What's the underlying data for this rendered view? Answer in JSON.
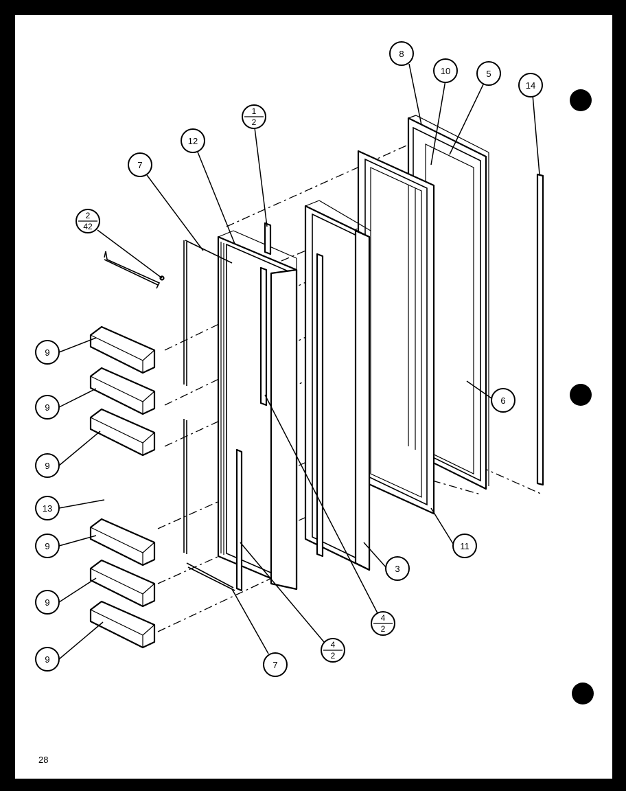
{
  "diagram": {
    "callouts": {
      "c1": "8",
      "c2": "10",
      "c3": "5",
      "c4": "14",
      "c5": "12",
      "c6": "7",
      "c7_top": "1",
      "c7_bottom": "2",
      "c8_top": "2",
      "c8_bottom": "42",
      "c9a": "9",
      "c9b": "9",
      "c9c": "9",
      "c10": "13",
      "c9d": "9",
      "c9e": "9",
      "c9f": "9",
      "c11": "6",
      "c12": "11",
      "c13": "3",
      "c14_top": "4",
      "c14_bottom": "2",
      "c15_top": "4",
      "c15_bottom": "2",
      "c16": "7"
    }
  },
  "page": {
    "number": "28"
  }
}
